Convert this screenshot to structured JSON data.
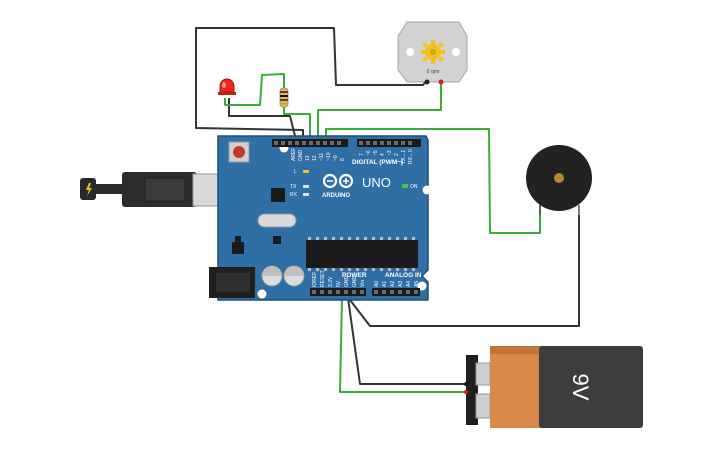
{
  "board": {
    "model_label": "UNO",
    "brand_label": "ARDUINO",
    "digital_label": "DIGITAL (PWM~)",
    "power_label": "POWER",
    "analog_label": "ANALOG IN",
    "on_label": "ON",
    "l_label": "L",
    "tx_label": "TX",
    "rx_label": "RX",
    "top_pins": [
      "AREF",
      "GND",
      "13",
      "12",
      "~11",
      "~10",
      "~9",
      "8",
      "7",
      "~6",
      "~5",
      "4",
      "~3",
      "2",
      "TX→1",
      "RX←0"
    ],
    "power_pins": [
      "IOREF",
      "RESET",
      "3.3V",
      "5V",
      "GND",
      "GND",
      "Vin"
    ],
    "analog_pins": [
      "A0",
      "A1",
      "A2",
      "A3",
      "A4",
      "A5"
    ]
  },
  "motor": {
    "rpm_label": "0 rpm"
  },
  "battery": {
    "label": "9V"
  },
  "colors": {
    "board": "#2f6fa6",
    "board_edge": "#1f4f7a",
    "wire_black": "#333333",
    "wire_green": "#3aaa3a",
    "battery_body": "#d8894a",
    "battery_cap": "#3d3d3d",
    "led": "#e8261c",
    "gear": "#f2c21b"
  }
}
